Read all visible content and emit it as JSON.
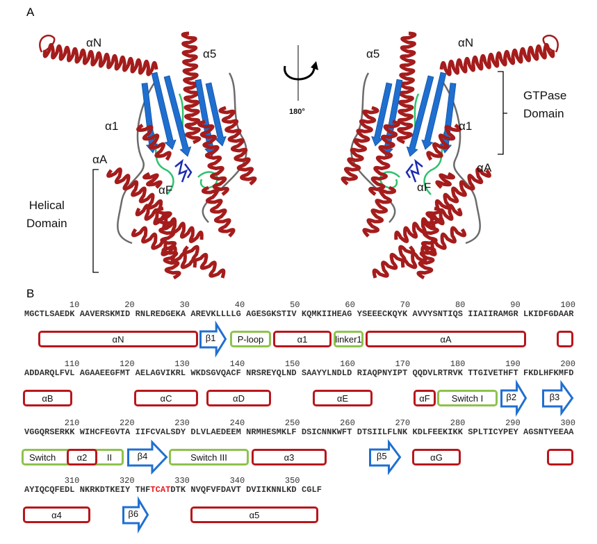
{
  "panel_a": {
    "letter": "A",
    "left_labels": {
      "aN": "αN",
      "a5": "α5",
      "a1": "α1",
      "aA": "αA",
      "aF": "αF"
    },
    "right_labels": {
      "aN": "αN",
      "a5": "α5",
      "a1": "α1",
      "aA": "αA",
      "aF": "αF"
    },
    "rotation": "180°",
    "helical_domain": [
      "Helical",
      "Domain"
    ],
    "gtpase_domain": [
      "GTPase",
      "Domain"
    ],
    "colors": {
      "helix": "#a51c1c",
      "strand": "#1f6fd0",
      "loop": "#6b6b6b",
      "switch": "#2ec26e"
    }
  },
  "panel_b": {
    "letter": "B",
    "highlight_color": "#e8191c",
    "rows": [
      {
        "numbers": [
          "10",
          "20",
          "30",
          "40",
          "50",
          "60",
          "70",
          "80",
          "90",
          "100"
        ],
        "blocks": [
          [
            "MGCTLSAEDK"
          ],
          [
            "AAVERSKMID"
          ],
          [
            "RNLREDGEKA"
          ],
          [
            "AREVKLLLLG"
          ],
          [
            "AGESGKSTIV"
          ],
          [
            "KQMKIIHEAG"
          ],
          [
            "YSEEECKQYK"
          ],
          [
            "AVVYSNTIQS"
          ],
          [
            "IIAIIRAMGR"
          ],
          [
            "LKIDFGDAAR"
          ]
        ],
        "elements": [
          {
            "type": "helix",
            "label": "αN"
          },
          {
            "type": "strand",
            "label": "β1"
          },
          {
            "type": "switch",
            "label": "P-loop"
          },
          {
            "type": "helix",
            "label": "α1"
          },
          {
            "type": "switch",
            "label": "linker1"
          },
          {
            "type": "helix",
            "label": "αA"
          },
          {
            "type": "helix",
            "label": ""
          }
        ]
      },
      {
        "numbers": [
          "110",
          "120",
          "130",
          "140",
          "150",
          "160",
          "170",
          "180",
          "190",
          "200"
        ],
        "blocks": [
          [
            "ADDARQLFVL"
          ],
          [
            "AGAAEEGFMT"
          ],
          [
            "AELAGVIKRL"
          ],
          [
            "WKDSGVQACF"
          ],
          [
            "NRSREYQLND"
          ],
          [
            "SAAYYLNDLD"
          ],
          [
            "RIAQPNYIPT"
          ],
          [
            "QQDVLRTRVK"
          ],
          [
            "TTGIVETHFT"
          ],
          [
            "FKDLHFKMFD"
          ]
        ],
        "elements": [
          {
            "type": "helix",
            "label": "αB"
          },
          {
            "type": "helix",
            "label": "αC"
          },
          {
            "type": "helix",
            "label": "αD"
          },
          {
            "type": "helix",
            "label": "αE"
          },
          {
            "type": "helix",
            "label": "αF"
          },
          {
            "type": "switch",
            "label": "Switch I"
          },
          {
            "type": "strand",
            "label": "β2"
          },
          {
            "type": "strand",
            "label": "β3"
          }
        ]
      },
      {
        "numbers": [
          "210",
          "220",
          "230",
          "240",
          "250",
          "260",
          "270",
          "280",
          "290",
          "300"
        ],
        "blocks": [
          [
            "VGGQRSERKK"
          ],
          [
            "WIHCFEGVTA"
          ],
          [
            "IIFCVALSDY"
          ],
          [
            "DLVLAEDEEM"
          ],
          [
            "NRMHESMKLF"
          ],
          [
            "DSICNNKWFT"
          ],
          [
            "DTSIILFLNK"
          ],
          [
            "KDLFEEKIKK"
          ],
          [
            "SPLTICYPEY"
          ],
          [
            "AGSNTYEEAA"
          ]
        ],
        "elements": [
          {
            "type": "switch",
            "label": "Switch"
          },
          {
            "type": "helix",
            "label": "α2"
          },
          {
            "type": "switch",
            "label": "II"
          },
          {
            "type": "strand",
            "label": "β4"
          },
          {
            "type": "switch",
            "label": "Switch III"
          },
          {
            "type": "helix",
            "label": "α3"
          },
          {
            "type": "strand",
            "label": "β5"
          },
          {
            "type": "helix",
            "label": "αG"
          },
          {
            "type": "helix",
            "label": ""
          }
        ]
      },
      {
        "numbers": [
          "310",
          "320",
          "330",
          "340",
          "350"
        ],
        "blocks": [
          [
            "AYIQCQFEDL"
          ],
          [
            "NKRKDTKEIY"
          ],
          [
            "THF",
            "TCAT",
            "DTK"
          ],
          [
            "NVQFVFDAVT"
          ],
          [
            "DVIIKNNLKD"
          ],
          [
            "CGLF"
          ]
        ],
        "elements": [
          {
            "type": "helix",
            "label": "α4"
          },
          {
            "type": "strand",
            "label": "β6"
          },
          {
            "type": "helix",
            "label": "α5"
          }
        ]
      }
    ]
  }
}
